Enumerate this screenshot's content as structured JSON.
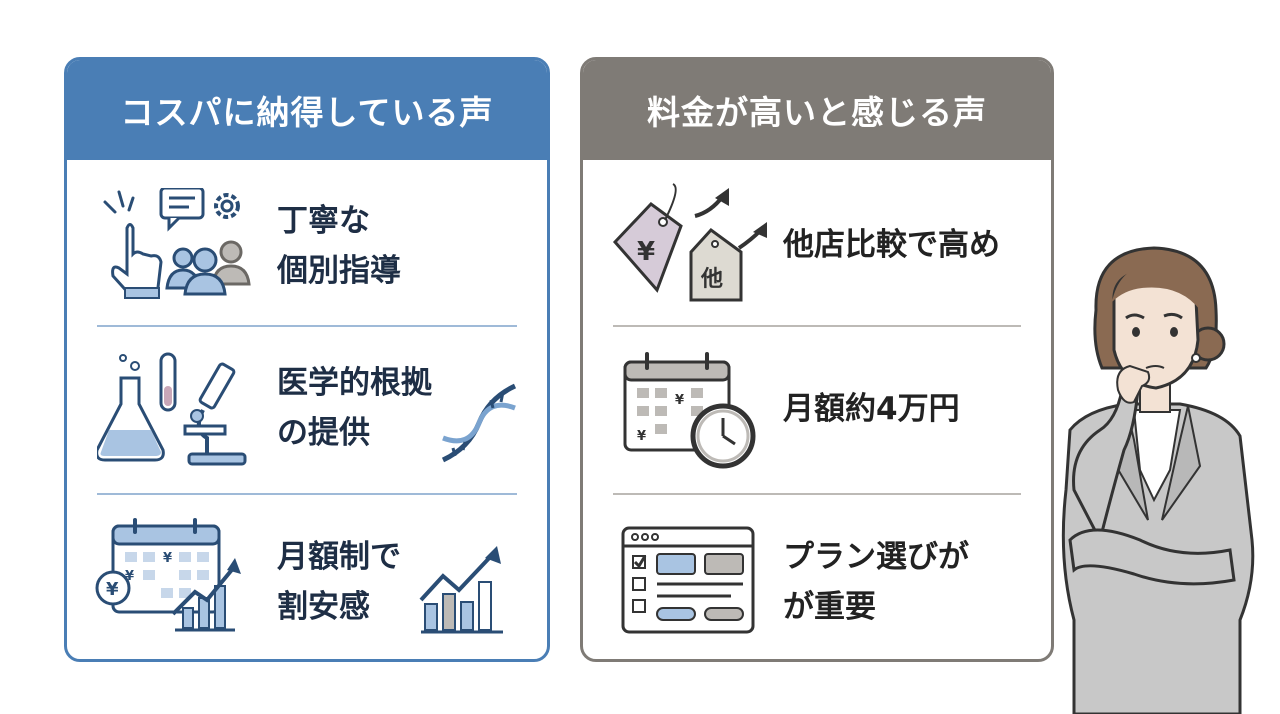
{
  "left_panel": {
    "title": "コスパに納得している声",
    "items": [
      {
        "line1": "丁寧な",
        "line2": "個別指導",
        "icon": "pointer-chat-gear-people-icon"
      },
      {
        "line1": "医学的根拠",
        "line2": "の提供",
        "icon": "lab-flask-microscope-dna-icon"
      },
      {
        "line1": "月額制で",
        "line2": "割安感",
        "icon": "calendar-yen-growth-chart-icon"
      }
    ]
  },
  "right_panel": {
    "title": "料金が高いと感じる声",
    "items": [
      {
        "line1": "他店比較で高め",
        "icon": "price-tags-comparison-icon",
        "tag_text": "他",
        "yen_symbol": "¥"
      },
      {
        "line1": "月額約4万円",
        "icon": "calendar-clock-yen-icon"
      },
      {
        "line1": "プラン選びが",
        "line2": "が重要",
        "icon": "plan-selection-window-icon"
      }
    ]
  },
  "colors": {
    "left_accent": "#4a7eb5",
    "right_accent": "#7f7b76",
    "icon_blue": "#2a4d75",
    "icon_fill": "#a9c4e2"
  },
  "illustration": "thinking-woman-figure"
}
